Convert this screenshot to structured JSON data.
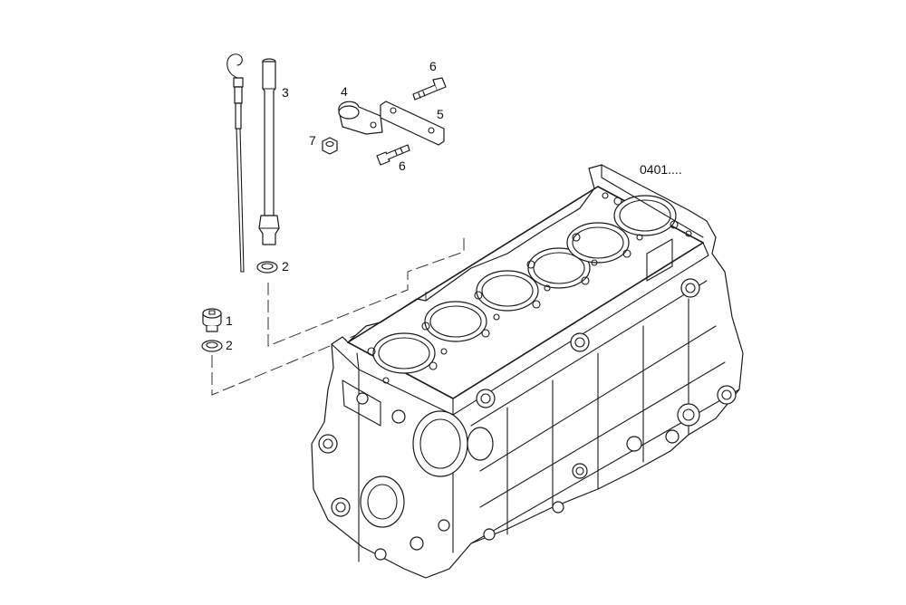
{
  "diagram": {
    "reference_code": "0401....",
    "callouts": [
      {
        "id": "1",
        "label": "1"
      },
      {
        "id": "2a",
        "label": "2"
      },
      {
        "id": "2b",
        "label": "2"
      },
      {
        "id": "3",
        "label": "3"
      },
      {
        "id": "4",
        "label": "4"
      },
      {
        "id": "5",
        "label": "5"
      },
      {
        "id": "6a",
        "label": "6"
      },
      {
        "id": "6b",
        "label": "6"
      },
      {
        "id": "7",
        "label": "7"
      }
    ]
  }
}
